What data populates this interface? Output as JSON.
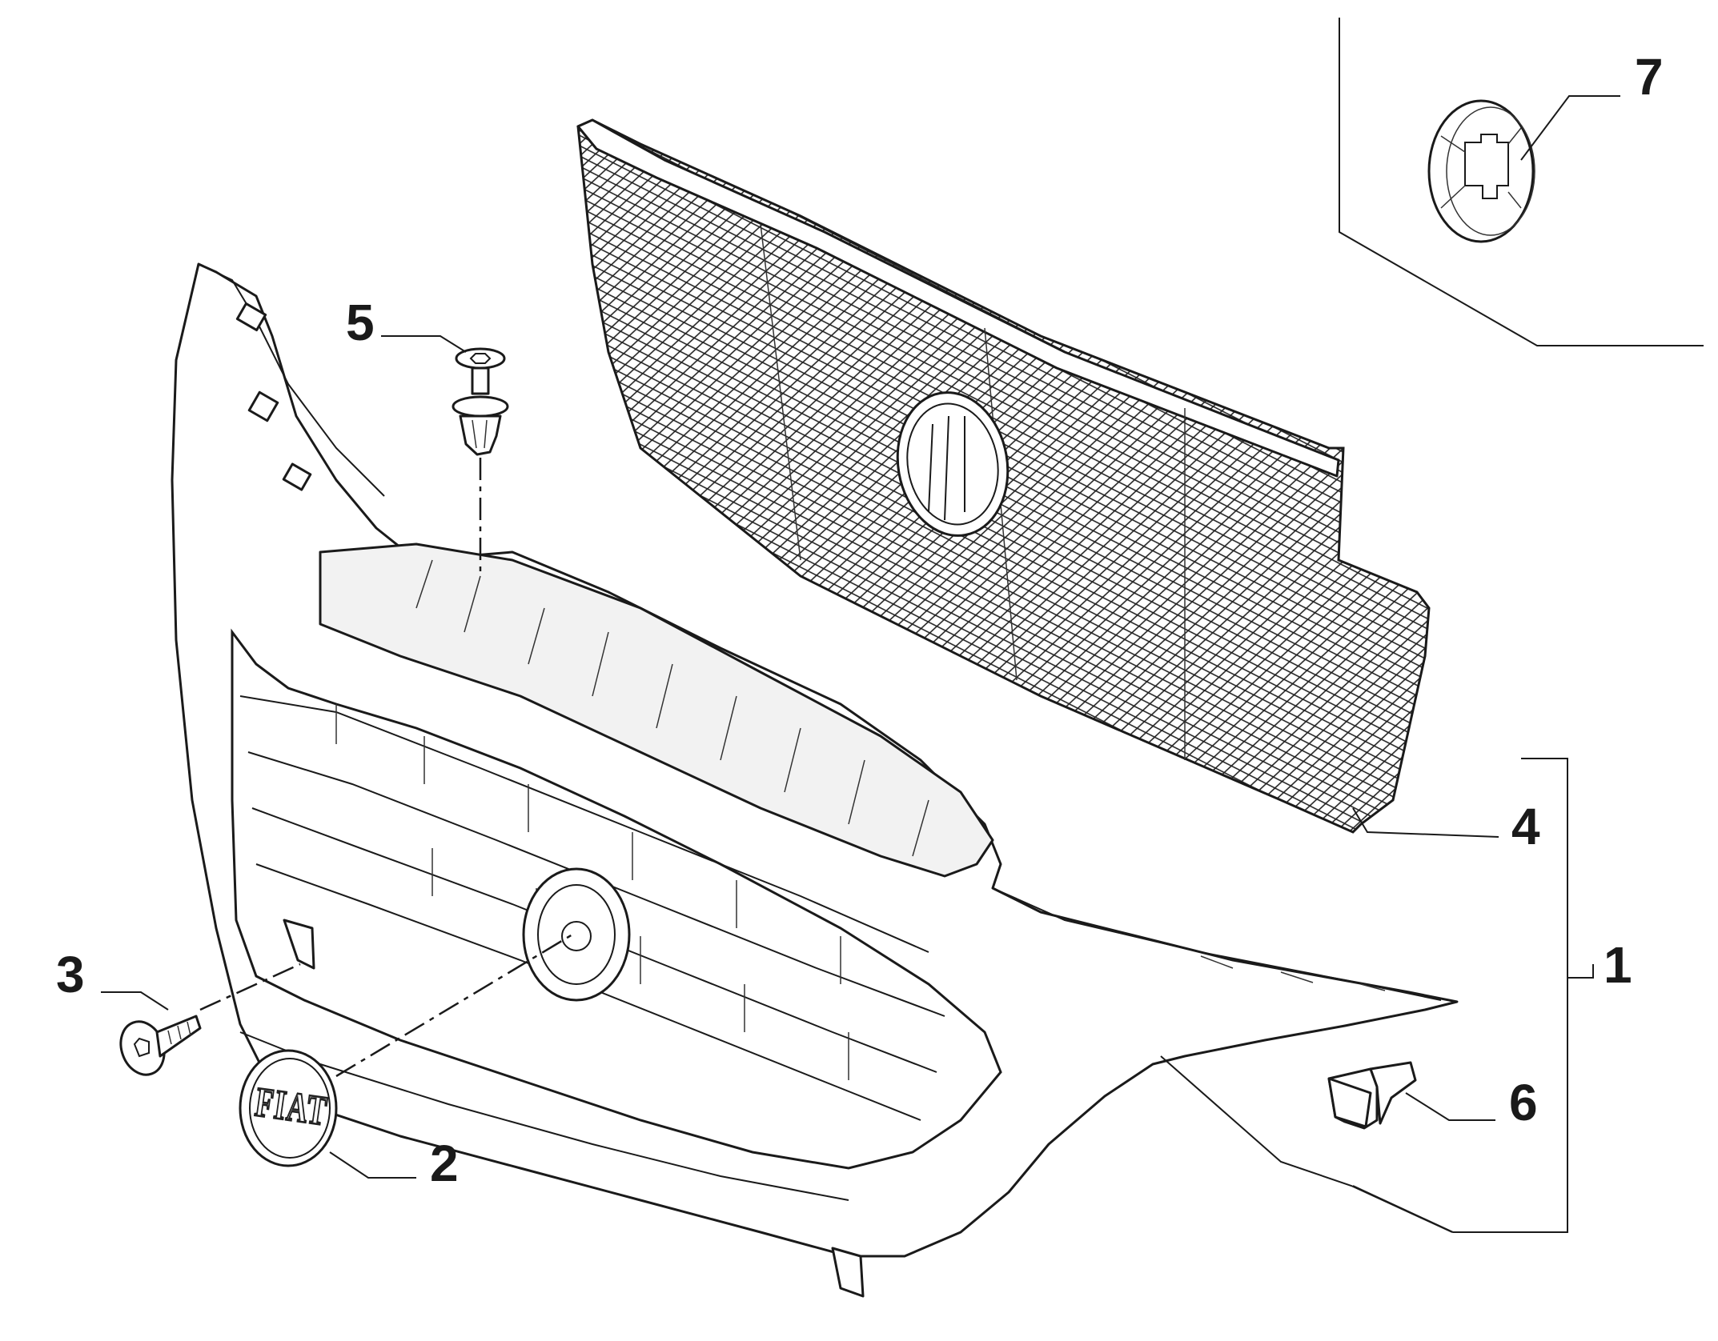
{
  "callouts": {
    "c1": "1",
    "c2": "2",
    "c3": "3",
    "c4": "4",
    "c5": "5",
    "c6": "6",
    "c7": "7"
  },
  "emblem_text": "FIAT"
}
